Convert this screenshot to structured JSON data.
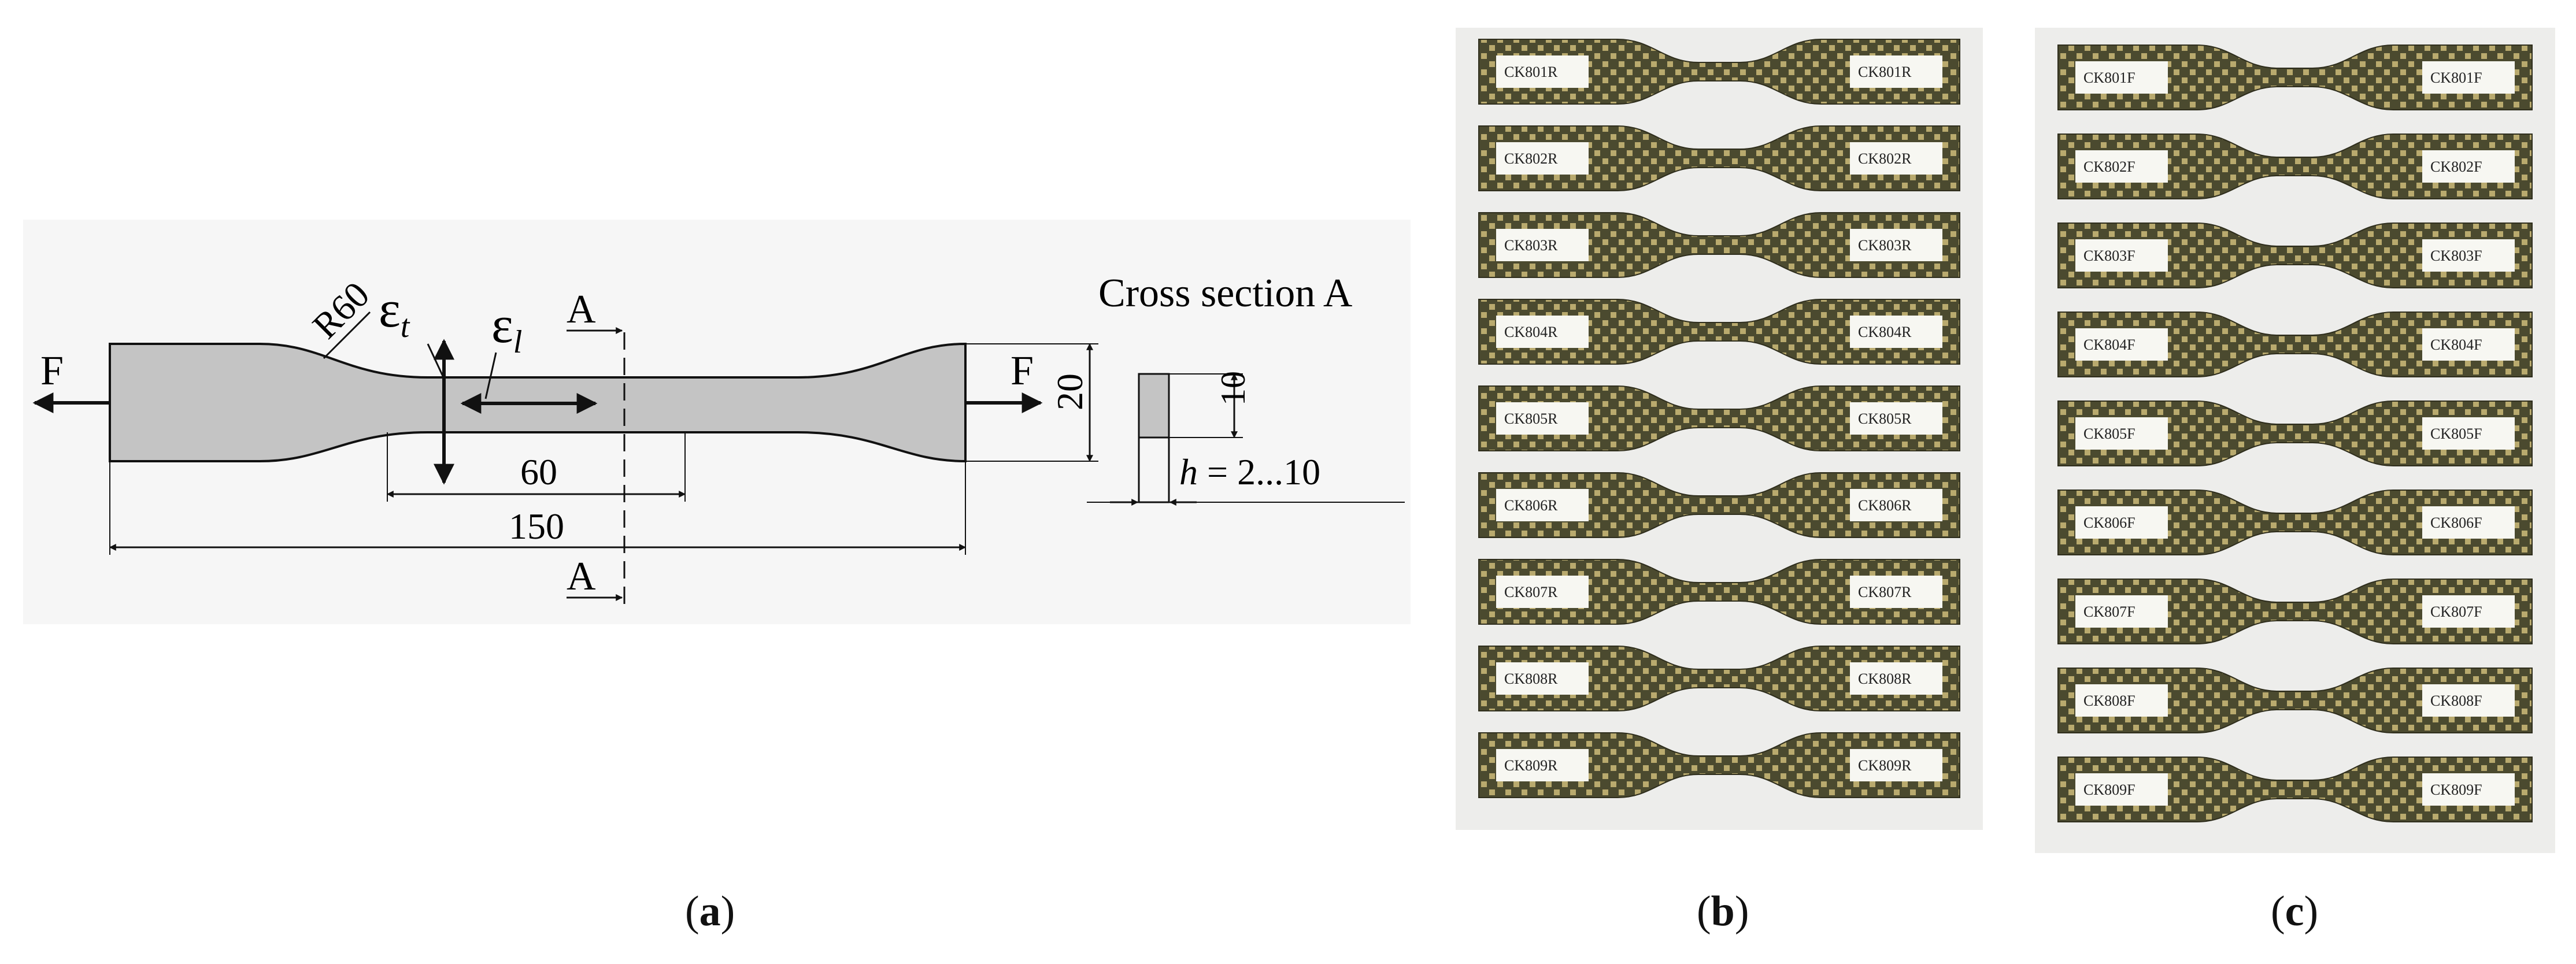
{
  "drawing": {
    "force_left": "F",
    "force_right": "F",
    "radius_label": "R60",
    "strain_t": "ε",
    "strain_t_sub": "t",
    "strain_l": "ε",
    "strain_l_sub": "l",
    "section_mark_top": "A",
    "section_mark_bottom": "A",
    "dim_gauge": "60",
    "dim_total": "150",
    "dim_width": "20",
    "cross_section_title": "Cross section A",
    "dim_section_width": "10",
    "thickness_var": "h",
    "thickness_range": " = 2...10"
  },
  "photos": {
    "b_labels": [
      [
        "CK801R",
        "CK801R"
      ],
      [
        "CK802R",
        "CK802R"
      ],
      [
        "CK803R",
        "CK803R"
      ],
      [
        "CK804R",
        "CK804R"
      ],
      [
        "CK805R",
        "CK805R"
      ],
      [
        "CK806R",
        "CK806R"
      ],
      [
        "CK807R",
        "CK807R"
      ],
      [
        "CK808R",
        "CK808R"
      ],
      [
        "CK809R",
        "CK809R"
      ]
    ],
    "c_labels": [
      [
        "CK801F",
        "CK801F"
      ],
      [
        "CK802F",
        "CK802F"
      ],
      [
        "CK803F",
        "CK803F"
      ],
      [
        "CK804F",
        "CK804F"
      ],
      [
        "CK805F",
        "CK805F"
      ],
      [
        "CK806F",
        "CK806F"
      ],
      [
        "CK807F",
        "CK807F"
      ],
      [
        "CK808F",
        "CK808F"
      ],
      [
        "CK809F",
        "CK809F"
      ]
    ]
  },
  "captions": {
    "a": "a",
    "b": "b",
    "c": "c"
  },
  "colors": {
    "specimen_fill": "#c4c4c4",
    "composite_dark": "#4b4a2f",
    "composite_light": "#b9aa6e",
    "photo_bg": "#ededeb"
  }
}
